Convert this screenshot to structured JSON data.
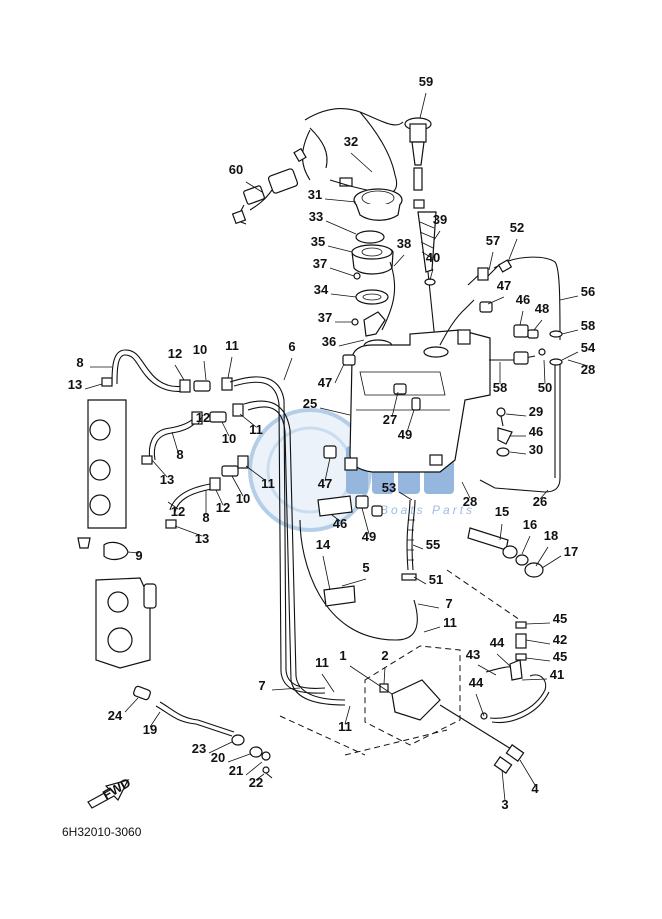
{
  "diagram": {
    "code": "6H32010-3060",
    "fwd_label": "FWD",
    "watermark": "Boats Parts",
    "callouts": [
      "59",
      "32",
      "60",
      "31",
      "33",
      "39",
      "35",
      "38",
      "52",
      "57",
      "40",
      "37",
      "56",
      "34",
      "47",
      "46",
      "48",
      "37",
      "58",
      "36",
      "54",
      "8",
      "12",
      "10",
      "11",
      "6",
      "13",
      "47",
      "58",
      "50",
      "28",
      "25",
      "29",
      "27",
      "46",
      "49",
      "30",
      "12",
      "10",
      "11",
      "13",
      "8",
      "12",
      "10",
      "11",
      "47",
      "28",
      "26",
      "53",
      "12",
      "8",
      "13",
      "46",
      "49",
      "15",
      "16",
      "18",
      "14",
      "9",
      "17",
      "55",
      "51",
      "5",
      "7",
      "45",
      "11",
      "42",
      "44",
      "43",
      "45",
      "1",
      "2",
      "41",
      "11",
      "7",
      "44",
      "24",
      "19",
      "11",
      "23",
      "20",
      "21",
      "22",
      "4",
      "3"
    ],
    "colors": {
      "line": "#111111",
      "watermark": "#4a86c5"
    }
  }
}
